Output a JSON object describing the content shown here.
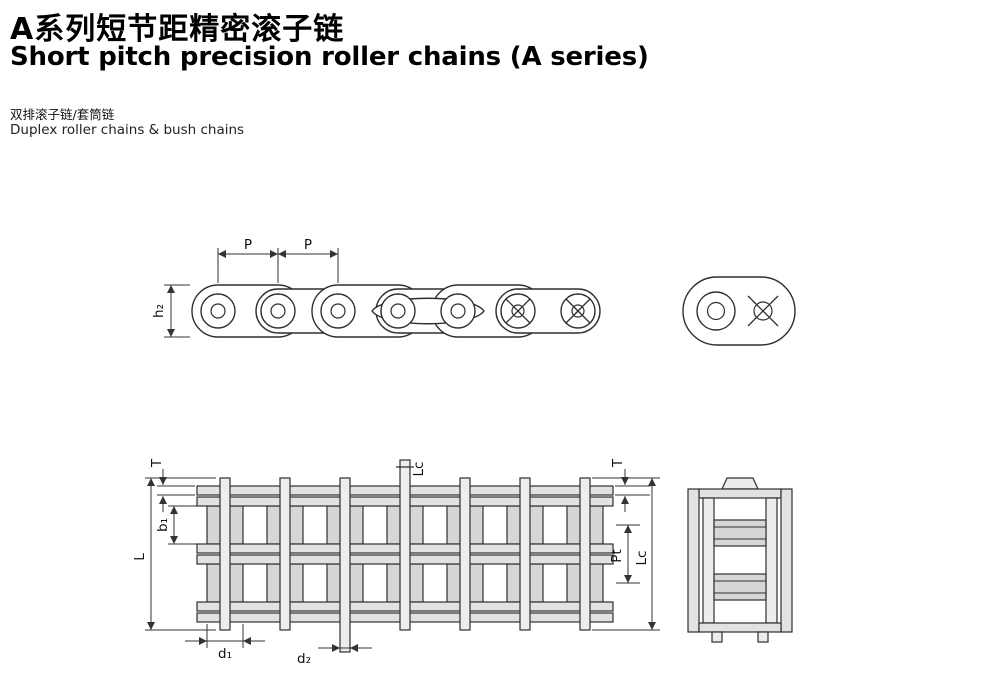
{
  "header": {
    "title_zh": "A系列短节距精密滚子链",
    "title_en": "Short pitch precision roller chains (A series)",
    "subtitle_zh": "双排滚子链/套筒链",
    "subtitle_en": "Duplex roller chains & bush chains"
  },
  "drawing": {
    "dim_labels": {
      "p1": "P",
      "p2": "P",
      "h2": "h₂",
      "t_left": "T",
      "b1": "b₁",
      "l": "L",
      "lc_top": "Lc",
      "t_right": "T",
      "pt": "Pt",
      "lc_right": "Lc",
      "d1": "d₁",
      "d2": "d₂"
    }
  },
  "colors": {
    "line": "#2f2f2f",
    "dimension_line": "#333333",
    "fill_plate": "#e2e2e2",
    "fill_roller": "#d6d6d6",
    "fill_pin": "#ededed",
    "text": "#000000",
    "background": "#ffffff"
  }
}
